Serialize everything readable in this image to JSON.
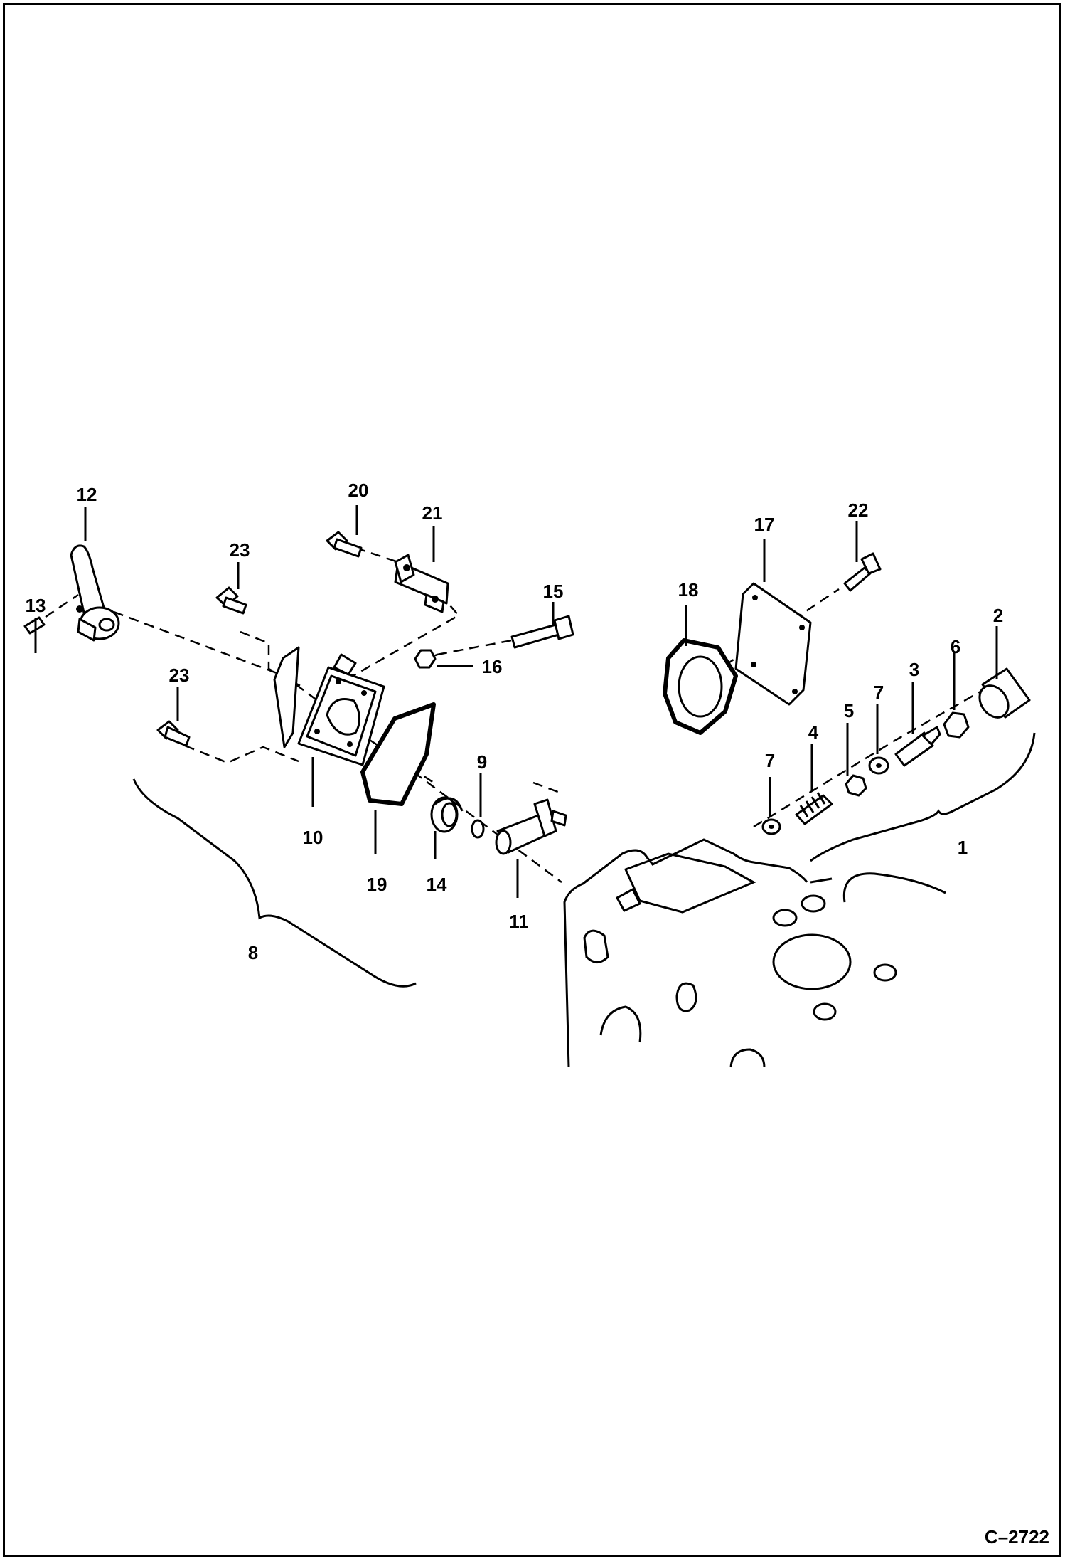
{
  "drawing_code": "C–2722",
  "callouts": [
    {
      "id": "c1",
      "text": "1"
    },
    {
      "id": "c2",
      "text": "2"
    },
    {
      "id": "c3",
      "text": "3"
    },
    {
      "id": "c4",
      "text": "4"
    },
    {
      "id": "c5",
      "text": "5"
    },
    {
      "id": "c6",
      "text": "6"
    },
    {
      "id": "c7a",
      "text": "7"
    },
    {
      "id": "c7b",
      "text": "7"
    },
    {
      "id": "c8",
      "text": "8"
    },
    {
      "id": "c9",
      "text": "9"
    },
    {
      "id": "c10",
      "text": "10"
    },
    {
      "id": "c11",
      "text": "11"
    },
    {
      "id": "c12",
      "text": "12"
    },
    {
      "id": "c13",
      "text": "13"
    },
    {
      "id": "c14",
      "text": "14"
    },
    {
      "id": "c15",
      "text": "15"
    },
    {
      "id": "c16",
      "text": "16"
    },
    {
      "id": "c17",
      "text": "17"
    },
    {
      "id": "c18",
      "text": "18"
    },
    {
      "id": "c19",
      "text": "19"
    },
    {
      "id": "c20",
      "text": "20"
    },
    {
      "id": "c21",
      "text": "21"
    },
    {
      "id": "c22",
      "text": "22"
    },
    {
      "id": "c23a",
      "text": "23"
    },
    {
      "id": "c23b",
      "text": "23"
    }
  ]
}
